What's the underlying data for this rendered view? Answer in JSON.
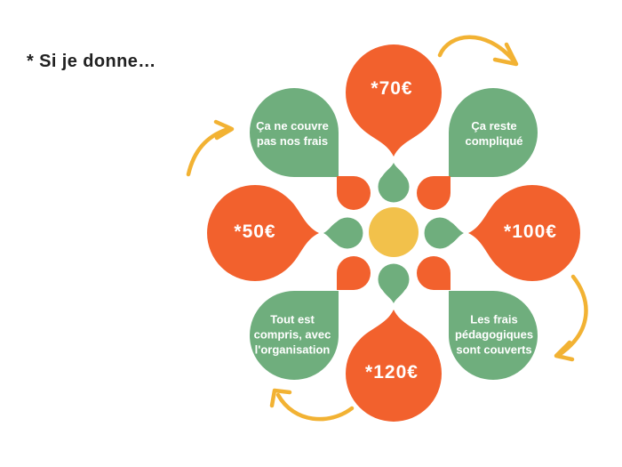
{
  "title": "* Si je donne…",
  "colors": {
    "background": "#FFFFFF",
    "orange": "#F2612D",
    "green": "#6FAE7D",
    "center-yellow": "#F2C14B",
    "arrow-yellow": "#F2B233",
    "title-text": "#212121",
    "petal-text": "#FFFFFF"
  },
  "flower": {
    "center_icon": "yellow-center-circle",
    "amount_petals": [
      {
        "position": "top",
        "label": "*70€"
      },
      {
        "position": "right",
        "label": "*100€"
      },
      {
        "position": "bottom",
        "label": "*120€"
      },
      {
        "position": "left",
        "label": "*50€"
      }
    ],
    "reason_petals": [
      {
        "position": "top-left",
        "lines": [
          "Ça ne couvre",
          "pas nos frais"
        ]
      },
      {
        "position": "top-right",
        "lines": [
          "Ça reste",
          "compliqué"
        ]
      },
      {
        "position": "bottom-left",
        "lines": [
          "Tout est",
          "compris, avec",
          "l'organisation"
        ]
      },
      {
        "position": "bottom-right",
        "lines": [
          "Les frais",
          "pédagogiques",
          "sont couverts"
        ]
      }
    ]
  },
  "arrows": [
    {
      "name": "cycle-arrow-top-right"
    },
    {
      "name": "cycle-arrow-right"
    },
    {
      "name": "cycle-arrow-bottom-left"
    },
    {
      "name": "cycle-arrow-left"
    }
  ]
}
